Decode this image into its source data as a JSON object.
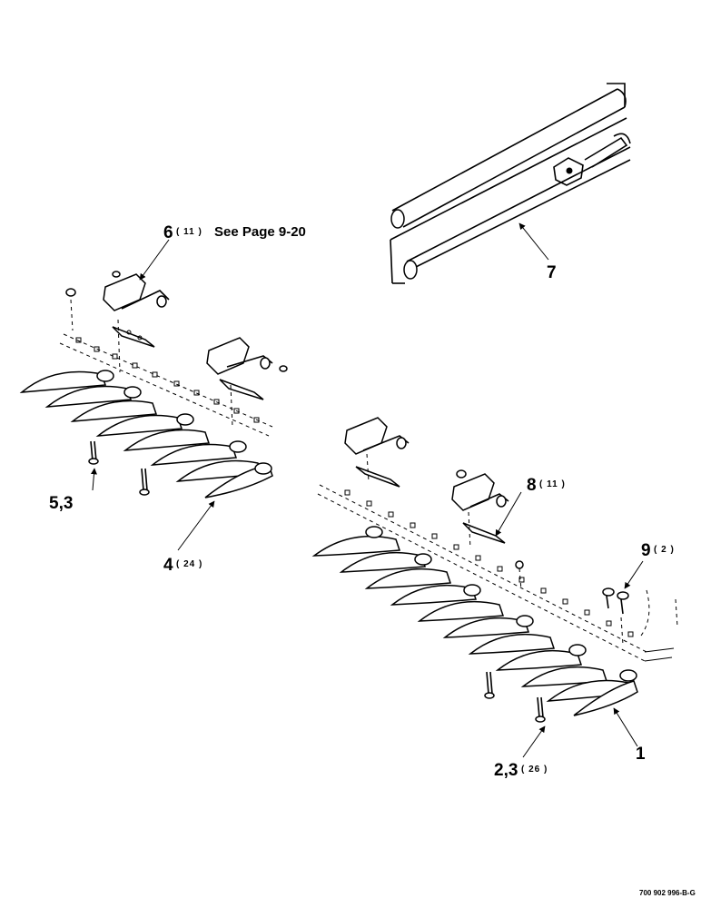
{
  "callouts": {
    "c6": {
      "num": "6",
      "qty": "( 11 )",
      "note": "See Page 9-20"
    },
    "c7": {
      "num": "7"
    },
    "c8": {
      "num": "8",
      "qty": "( 11 )"
    },
    "c9": {
      "num": "9",
      "qty": "( 2 )"
    },
    "c53": {
      "num": "5,3"
    },
    "c4": {
      "num": "4",
      "qty": "( 24 )"
    },
    "c1": {
      "num": "1"
    },
    "c23": {
      "num": "2,3",
      "qty": "( 26 )"
    }
  },
  "figure_id": "700 902 996-B-G"
}
